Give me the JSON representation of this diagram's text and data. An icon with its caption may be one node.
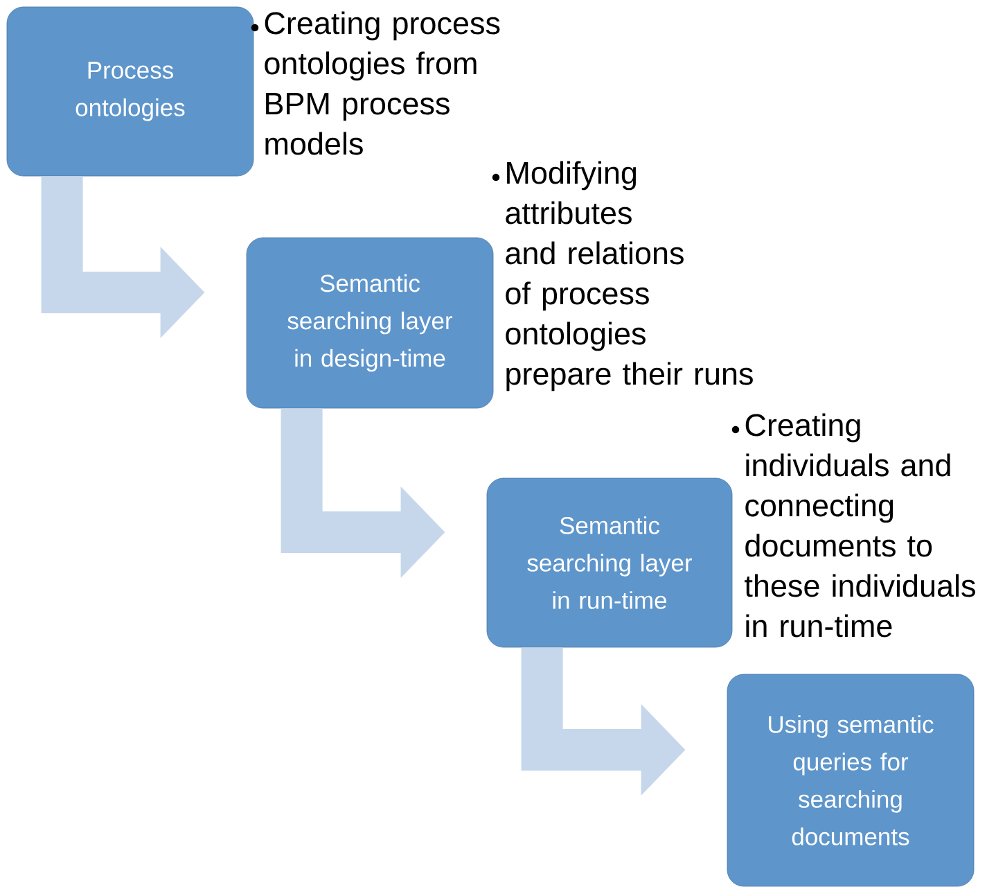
{
  "diagram": {
    "nodes": [
      {
        "text": [
          "Process ontologies"
        ],
        "beside": [
          "Creating process ontologies from BPM process models"
        ]
      },
      {
        "text": [
          "Semantic searching layer in design-time"
        ],
        "beside": [
          "Modifying attributes and relations of process ontologies prepare their runs"
        ]
      },
      {
        "text": [
          "Semantic searching layer in run-time"
        ],
        "beside": [
          "Creating individuals and connecting documents to these individuals in run-time"
        ]
      },
      {
        "text": [
          "Using semantic queries for searching documents"
        ]
      }
    ],
    "edges": [
      {
        "from": 0,
        "to": 1,
        "arrow": "to"
      },
      {
        "from": 1,
        "to": 2,
        "arrow": "to"
      },
      {
        "from": 2,
        "to": 3,
        "arrow": "to"
      }
    ]
  }
}
